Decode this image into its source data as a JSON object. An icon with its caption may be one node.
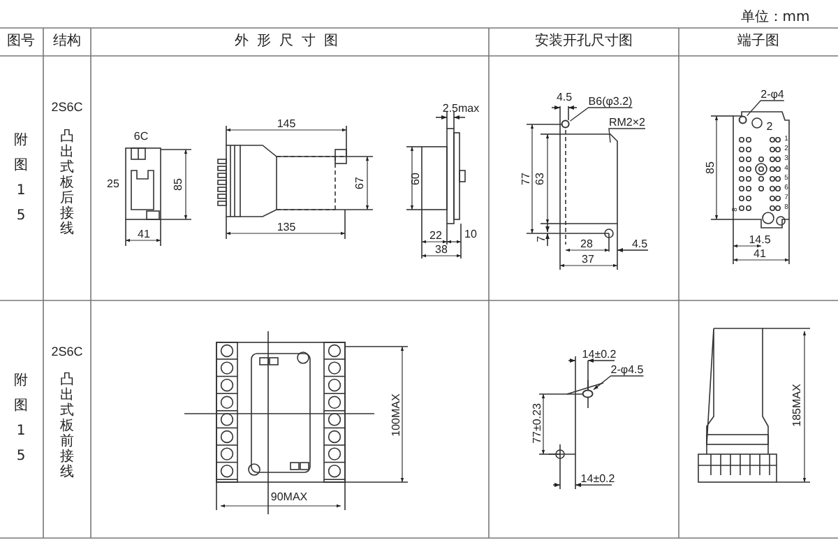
{
  "diagram": {
    "nodes": [
      {
        "text": [
          "B6(φ3.2)"
        ]
      },
      {
        "text": [
          "RM2×2"
        ]
      },
      {
        "text": [
          "2-φ4"
        ]
      },
      {
        "text": [
          "2-φ4.5"
        ]
      },
      {
        "text": [],
        "shape": "circle"
      },
      {
        "text": [],
        "shape": "circle"
      },
      {
        "text": [],
        "shape": "circle"
      }
    ],
    "edges": [
      {
        "from": 0,
        "to": 4,
        "arrow": "none"
      },
      {
        "from": 1,
        "to": null,
        "arrow": "none"
      },
      {
        "from": 2,
        "to": 5,
        "arrow": "none"
      },
      {
        "from": 3,
        "to": 6,
        "arrow": "to"
      }
    ],
    "labels": [
      "单位：mm",
      "图号",
      "结构",
      "外形尺寸图",
      "安装开孔尺寸图",
      "端子图",
      "附图15",
      "2S6C",
      "凸出式板后接线",
      "6C",
      "25",
      "85",
      "41",
      "145",
      "67",
      "135",
      "2.5max",
      "60",
      "22",
      "10",
      "38",
      "4.5",
      "77",
      "63",
      "7",
      "28",
      "4.5",
      "37",
      "85",
      "2",
      "1",
      "2",
      "3",
      "4",
      "5",
      "6",
      "7",
      "8",
      "8",
      "14.5",
      "41",
      "附图15",
      "2S6C",
      "凸出式板前接线",
      "100MAX",
      "90MAX",
      "14±0.2",
      "77±0.23",
      "14±0.2",
      "185MAX"
    ]
  }
}
